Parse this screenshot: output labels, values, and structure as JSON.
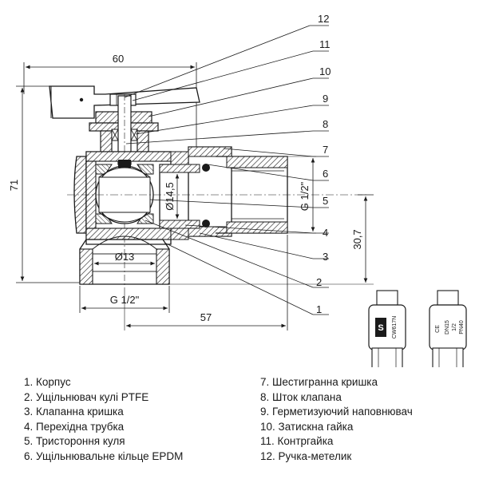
{
  "dimensions": {
    "top_width": "60",
    "height": "71",
    "bore_diameter": "Ø14,5",
    "inlet_diameter": "Ø13",
    "outlet_thread": "G 1/2\"",
    "inlet_thread": "G 1/2\"",
    "axis_offset": "30,7",
    "length": "57"
  },
  "callouts": [
    "1",
    "2",
    "3",
    "4",
    "5",
    "6",
    "7",
    "8",
    "9",
    "10",
    "11",
    "12"
  ],
  "marking_left": {
    "brand": "S",
    "code": "CW617N"
  },
  "marking_right": {
    "ce": "CE",
    "dn": "DN15",
    "size": "1/2",
    "pn": "PN40"
  },
  "legend_left": [
    {
      "num": "1.",
      "label": "Корпус"
    },
    {
      "num": "2.",
      "label": "Ущільнювач кулі PTFE"
    },
    {
      "num": "3.",
      "label": "Клапанна кришка"
    },
    {
      "num": "4.",
      "label": "Перехідна трубка"
    },
    {
      "num": "5.",
      "label": "Тристороння куля"
    },
    {
      "num": "6.",
      "label": "Ущільнювальне кільце EPDM"
    }
  ],
  "legend_right": [
    {
      "num": "7.",
      "label": "Шестигранна кришка"
    },
    {
      "num": "8.",
      "label": "Шток клапана"
    },
    {
      "num": "9.",
      "label": "Герметизуючий наповнювач"
    },
    {
      "num": "10.",
      "label": "Затискна гайка"
    },
    {
      "num": "11.",
      "label": "Контргайка"
    },
    {
      "num": "12.",
      "label": "Ручка-метелик"
    }
  ]
}
